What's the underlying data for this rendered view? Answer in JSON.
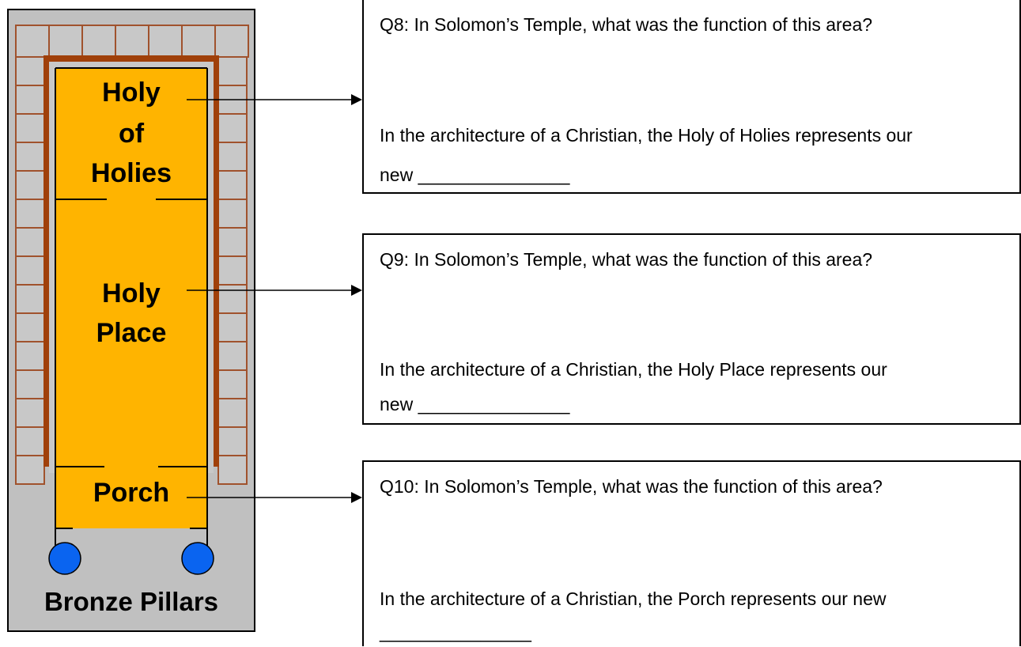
{
  "diagram": {
    "labels": {
      "holy_of_holies": [
        "Holy",
        "of",
        "Holies"
      ],
      "holy_place": [
        "Holy",
        "Place"
      ],
      "porch": "Porch",
      "bronze_pillars": "Bronze Pillars"
    },
    "colors": {
      "frame_bg": "#c0c0c0",
      "brick_fill": "#c8c8c8",
      "brick_line": "#a0522d",
      "wall": "#a0400a",
      "room_fill": "#ffb400",
      "pillar": "#0a64f0"
    }
  },
  "questions": [
    {
      "id": "q8",
      "question": "Q8: In Solomon’s Temple, what was the function of this area?",
      "prompt_line1": "In the architecture of a Christian, the Holy of Holies represents our",
      "prompt_line2": "new _______________"
    },
    {
      "id": "q9",
      "question": "Q9: In Solomon’s Temple, what was the function of this area?",
      "prompt_line1": "In the architecture of a Christian, the Holy Place represents our",
      "prompt_line2": "new _______________"
    },
    {
      "id": "q10",
      "question": "Q10: In Solomon’s Temple, what was the function of this area?",
      "prompt_line1": "In the architecture of a Christian, the Porch represents our new",
      "prompt_line2": "_______________"
    }
  ]
}
